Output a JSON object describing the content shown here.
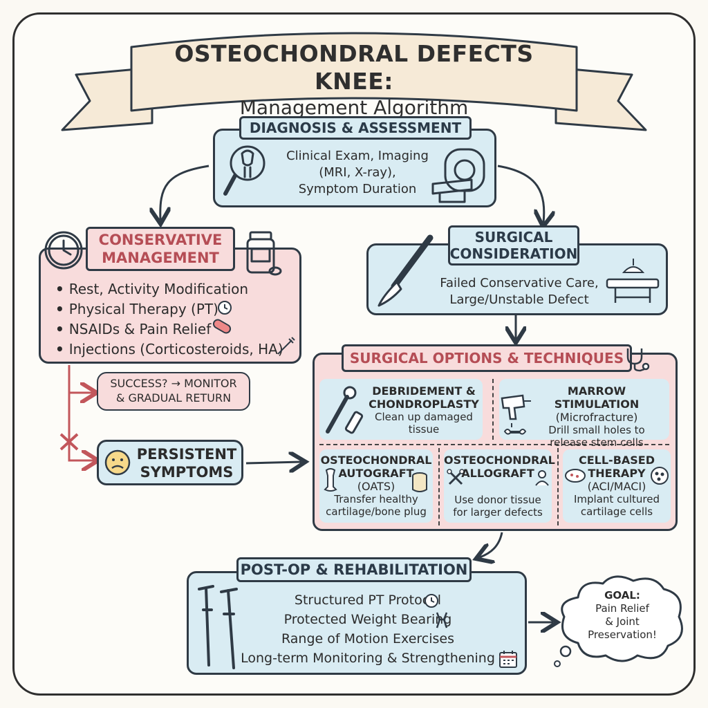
{
  "title": {
    "line1": "OSTEOCHONDRAL DEFECTS KNEE:",
    "line2": "Management Algorithm"
  },
  "diagnosis": {
    "header": "DIAGNOSIS & ASSESSMENT",
    "lines": [
      "Clinical Exam, Imaging",
      "(MRI, X-ray),",
      "Symptom Duration"
    ]
  },
  "conservative": {
    "header_line1": "CONSERVATIVE",
    "header_line2": "MANAGEMENT",
    "items": [
      "Rest, Activity Modification",
      "Physical Therapy (PT)",
      "NSAIDs & Pain Relief",
      "Injections (Corticosteroids, HA)"
    ]
  },
  "success": {
    "line1": "SUCCESS? → MONITOR",
    "line2": "& GRADUAL RETURN"
  },
  "persistent": {
    "line1": "PERSISTENT",
    "line2": "SYMPTOMS"
  },
  "surgical_consideration": {
    "header_line1": "SURGICAL",
    "header_line2": "CONSIDERATION",
    "lines": [
      "Failed Conservative Care,",
      "Large/Unstable Defect"
    ]
  },
  "surgical_options": {
    "header": "SURGICAL OPTIONS & TECHNIQUES",
    "options": [
      {
        "title1": "DEBRIDEMENT &",
        "title2": "CHONDROPLASTY",
        "desc1": "Clean up damaged",
        "desc2": "tissue"
      },
      {
        "title1": "MARROW STIMULATION",
        "title2": "(Microfracture)",
        "desc1": "Drill small holes to",
        "desc2": "release stem cells"
      },
      {
        "title1": "OSTEOCHONDRAL",
        "title2": "AUTOGRAFT",
        "title3": "(OATS)",
        "desc1": "Transfer healthy",
        "desc2": "cartilage/bone plug"
      },
      {
        "title1": "OSTEOCHONDRAL",
        "title2": "ALLOGRAFT",
        "desc1": "Use donor tissue",
        "desc2": "for larger defects"
      },
      {
        "title1": "CELL-BASED",
        "title2": "THERAPY",
        "title3": "(ACI/MACI)",
        "desc1": "Implant cultured",
        "desc2": "cartilage cells"
      }
    ]
  },
  "postop": {
    "header": "POST-OP & REHABILITATION",
    "lines": [
      "Structured PT Protocol",
      "Protected Weight Bearing",
      "Range of Motion Exercises",
      "Long-term Monitoring & Strengthening"
    ]
  },
  "goal": {
    "line1": "GOAL:",
    "line2": "Pain Relief",
    "line3": "& Joint",
    "line4": "Preservation!"
  },
  "colors": {
    "blue_box": "#d9ecf3",
    "pink_box": "#f8dcdc",
    "ink": "#2f3a45",
    "ribbon": "#f6ead7"
  }
}
